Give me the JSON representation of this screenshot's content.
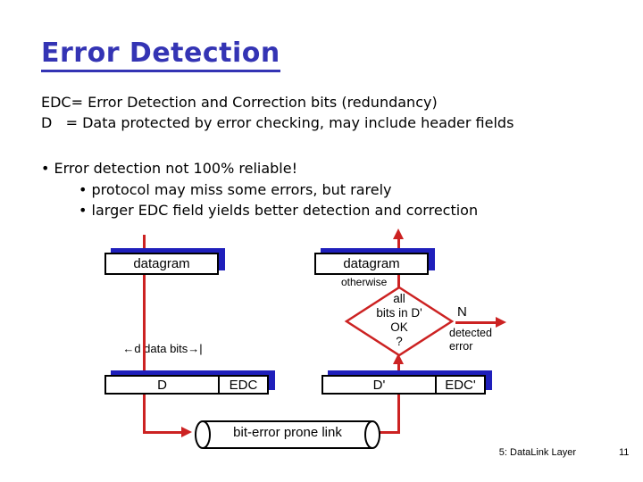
{
  "slide": {
    "title": "Error Detection",
    "body_lines": [
      "EDC= Error Detection and Correction bits (redundancy)",
      "D   = Data protected by error checking, may include header fields"
    ],
    "bullet_main": "• Error detection not 100% reliable!",
    "bullet_sub": [
      "• protocol may miss some errors, but rarely",
      "• larger EDC field yields better detection and correction"
    ]
  },
  "diagram": {
    "sender_datagram": "datagram",
    "receiver_datagram": "datagram",
    "d_data_bits": "←d data bits→|",
    "sender_d": "D",
    "sender_edc": "EDC",
    "receiver_d": "D'",
    "receiver_edc": "EDC'",
    "decision_lines": [
      "all",
      "bits in D'",
      "OK",
      "?"
    ],
    "otherwise": "otherwise",
    "branch_n": "N",
    "detected": "detected",
    "error": "error",
    "link": "bit-error prone link"
  },
  "footer": {
    "section": "5: DataLink Layer",
    "page": "11"
  },
  "colors": {
    "title_blue": "#3434b4",
    "red": "#cc2222",
    "shadow_blue": "#1f1fbb",
    "text": "#000000",
    "background": "#ffffff"
  }
}
